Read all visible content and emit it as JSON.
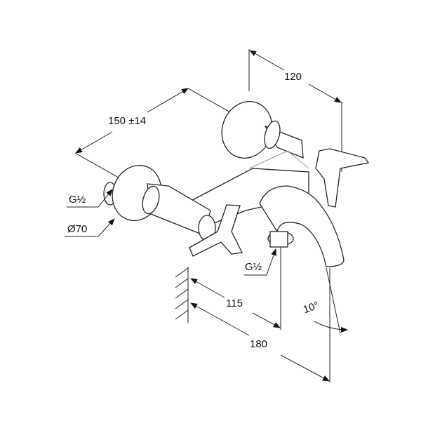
{
  "drawing": {
    "dimensions": {
      "depth": "120",
      "center_distance": "150 ±14",
      "inlet_thread": "G½",
      "rosette_diameter": "Ø70",
      "outlet_thread": "G½",
      "outlet_projection": "115",
      "spout_angle": "10°",
      "spout_projection": "180"
    }
  }
}
